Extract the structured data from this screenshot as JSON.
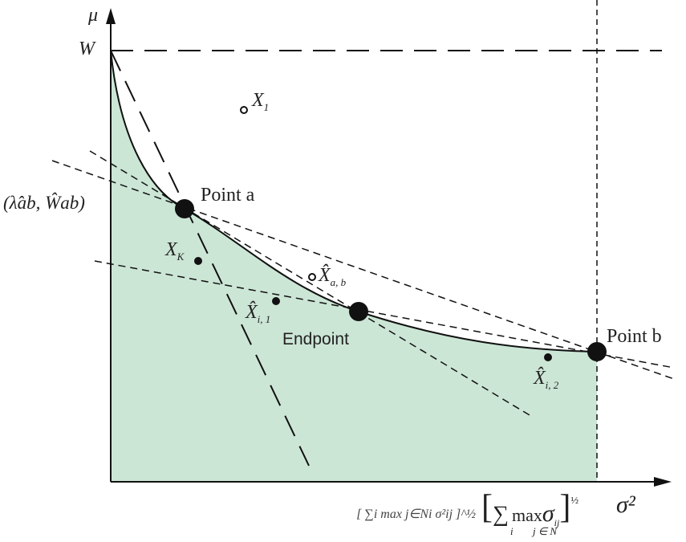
{
  "labels": {
    "y_axis": "μ",
    "w_level": "W",
    "x1": "X",
    "x1_sub": "1",
    "xk": "X",
    "xk_sub": "K",
    "xab": "X̂",
    "xab_sub": "a, b",
    "xi1": "X̂",
    "xi1_sub": "i, 1",
    "xi2": "X̂",
    "xi2_sub": "i, 2",
    "point_a": "Point a",
    "endpoint": "Endpoint",
    "point_b": "Point b",
    "coord_label": "(λ̂ab, Ŵab)",
    "x_axis_formula": "[ ∑i max j∈Ni σ²ij ]^½",
    "x_axis_formula_sum": "∑",
    "x_axis_formula_i": "i",
    "x_axis_formula_max": "max",
    "x_axis_formula_sub": "j ∈ N",
    "x_axis_formula_sigma": "σ",
    "x_axis_formula_ij": "ij",
    "x_axis_sigma": "σ²"
  },
  "colors": {
    "fill": "#cce6d6",
    "line": "#111111"
  }
}
